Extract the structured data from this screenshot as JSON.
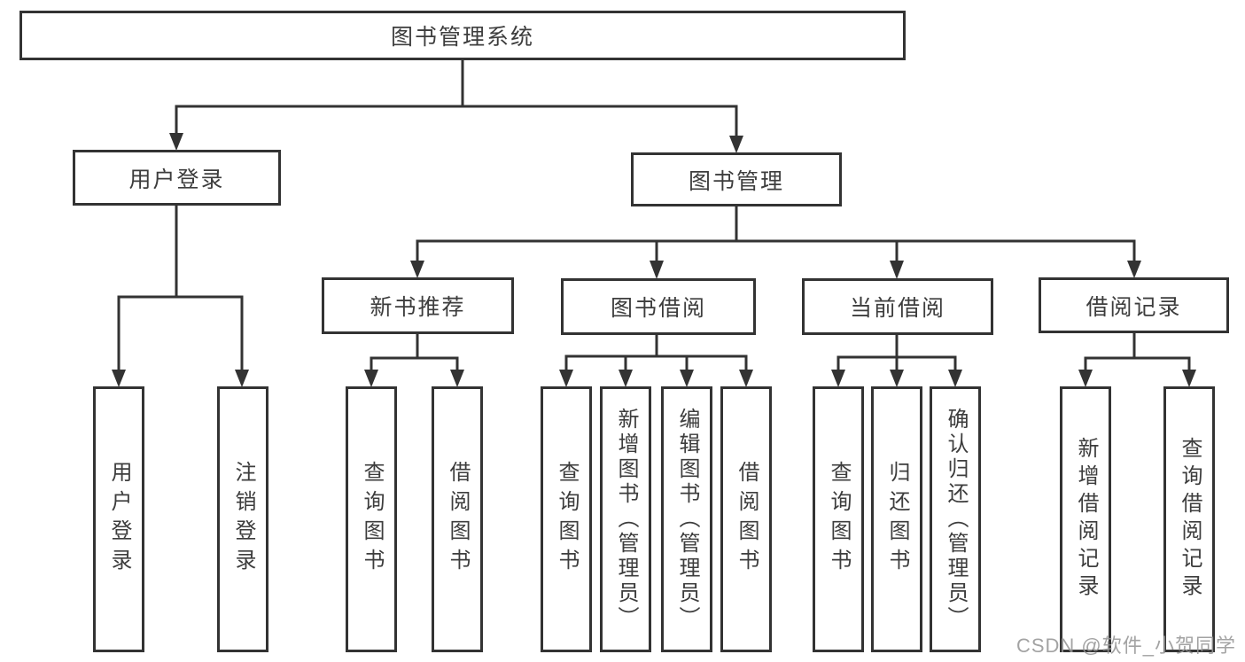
{
  "diagram": {
    "title": "图书管理系统",
    "tree": {
      "root": "图书管理系统",
      "children": [
        {
          "label": "用户登录",
          "children": [
            "用户登录",
            "注销登录"
          ]
        },
        {
          "label": "图书管理",
          "children": [
            {
              "label": "新书推荐",
              "children": [
                "查询图书",
                "借阅图书"
              ]
            },
            {
              "label": "图书借阅",
              "children": [
                "查询图书",
                "新增图书（管理员）",
                "编辑图书（管理员）",
                "借阅图书"
              ]
            },
            {
              "label": "当前借阅",
              "children": [
                "查询图书",
                "归还图书",
                "确认归还（管理员）"
              ]
            },
            {
              "label": "借阅记录",
              "children": [
                "新增借阅记录",
                "查询借阅记录"
              ]
            }
          ]
        }
      ]
    },
    "colors": {
      "line": "#333333",
      "box_border": "#333333",
      "text": "#3d3d3d",
      "background": "#ffffff",
      "watermark": "#969696"
    }
  },
  "watermark": "CSDN @软件_小贺同学"
}
